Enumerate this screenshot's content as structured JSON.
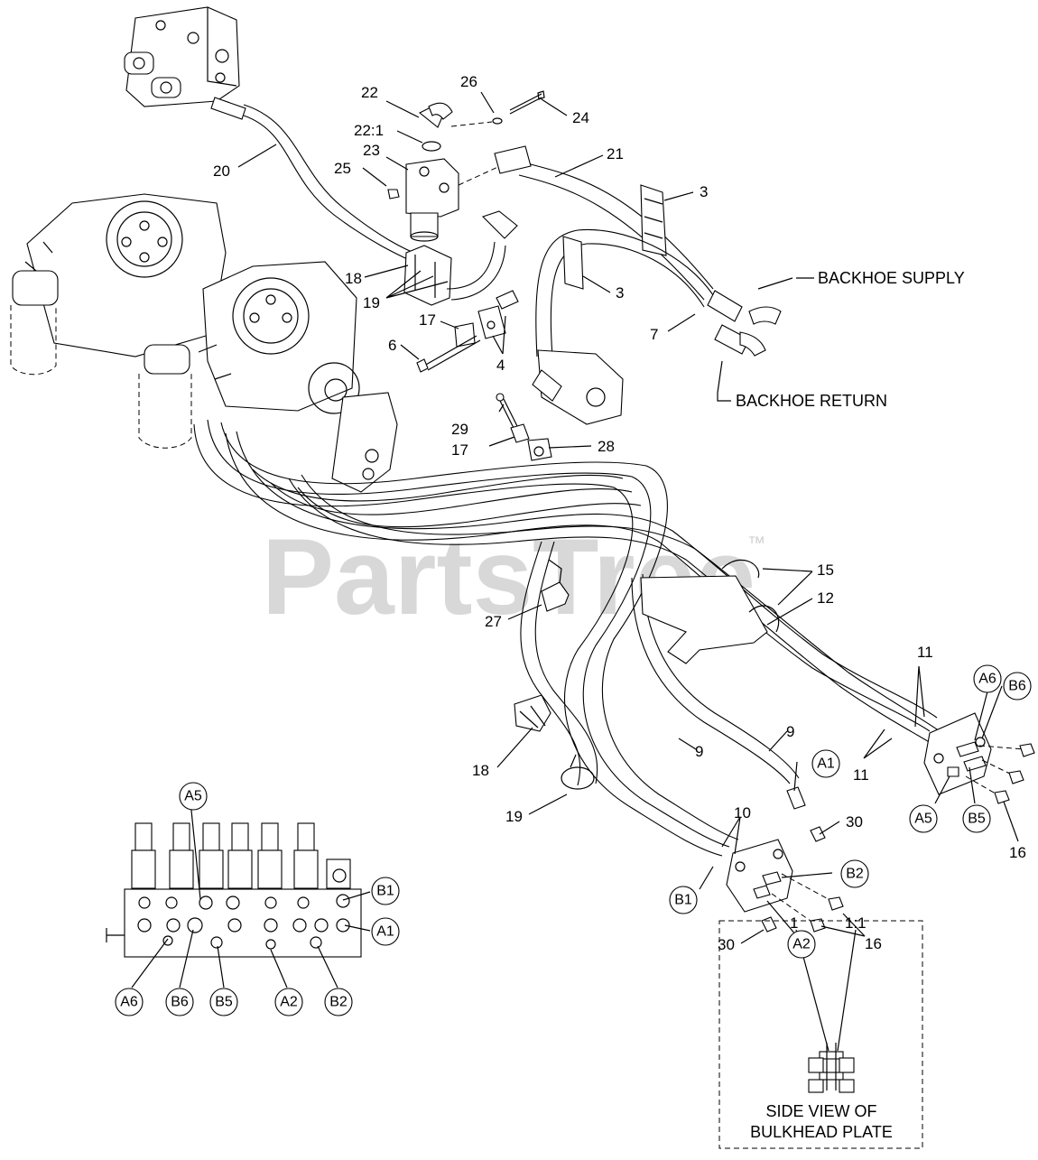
{
  "watermark": {
    "text": "PartsTree",
    "tm": "™"
  },
  "callouts": [
    "22",
    "26",
    "22:1",
    "24",
    "23",
    "21",
    "25",
    "20",
    "3",
    "3",
    "18",
    "19",
    "17",
    "6",
    "4",
    "7",
    "29",
    "17",
    "28",
    "15",
    "12",
    "27",
    "11",
    "11",
    "9",
    "9",
    "18",
    "19",
    "30",
    "10",
    "16",
    "16",
    "30",
    "1",
    "1:1"
  ],
  "notes": {
    "backhoe_supply": "BACKHOE SUPPLY",
    "backhoe_return": "BACKHOE RETURN"
  },
  "port_labels": {
    "a6_top": "A6",
    "b6_top": "B6",
    "a5_right": "A5",
    "b5_right": "B5",
    "a1_mid": "A1",
    "b2_mid": "B2",
    "b1_mid": "B1",
    "a2_mid": "A2",
    "a5_valve": "A5",
    "b1_valve": "B1",
    "a1_valve": "A1",
    "a6_valve": "A6",
    "b6_valve": "B6",
    "b5_valve": "B5",
    "a2_valve": "A2",
    "b2_valve": "B2"
  },
  "side_view": {
    "line1": "SIDE VIEW OF",
    "line2": "BULKHEAD PLATE"
  }
}
